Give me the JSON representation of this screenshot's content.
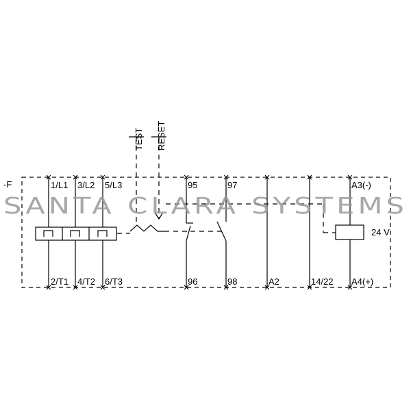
{
  "watermark": "SANTA CLARA SYSTEMS",
  "device_tag": "-F",
  "buttons": {
    "test": "TEST",
    "reset": "RESET"
  },
  "terminals_top": [
    "1/L1",
    "3/L2",
    "5/L3",
    "95",
    "97",
    "A3(-)"
  ],
  "terminals_bottom": [
    "2/T1",
    "4/T2",
    "6/T3",
    "96",
    "98",
    "A2",
    "14/22",
    "A4(+)"
  ],
  "coil_voltage": "24 V"
}
